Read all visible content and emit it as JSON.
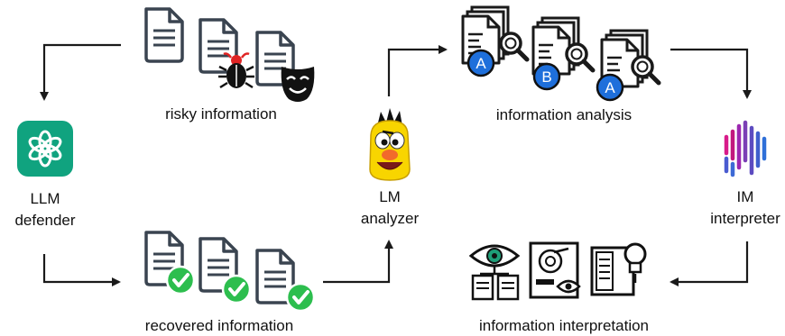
{
  "labels": {
    "risky": "risky information",
    "recovered": "recovered information",
    "llm_defender_l1": "LLM",
    "llm_defender_l2": "defender",
    "lm_analyzer_l1": "LM",
    "lm_analyzer_l2": "analyzer",
    "analysis": "information analysis",
    "interpretation": "information interpretation",
    "im_interpreter_l1": "IM",
    "im_interpreter_l2": "interpreter"
  },
  "badges": {
    "a": "A",
    "b": "B"
  },
  "icons": {
    "defender": "openai-logo-icon",
    "analyzer": "bert-character-icon",
    "interpreter": "im-interpreter-logo-icon",
    "document": "document-icon",
    "bug": "bug-icon",
    "mask": "mask-icon",
    "check": "checkmark-icon",
    "magnifier": "magnifier-icon",
    "eye": "eye-icon",
    "lightbulb": "lightbulb-icon"
  },
  "colors": {
    "openai_green": "#10A37F",
    "check_green": "#2DBE4E",
    "badge_blue": "#1E6FDB",
    "bug_red": "#E02424",
    "eye_green": "#1E9E78",
    "lines": "#1a1a1a"
  }
}
